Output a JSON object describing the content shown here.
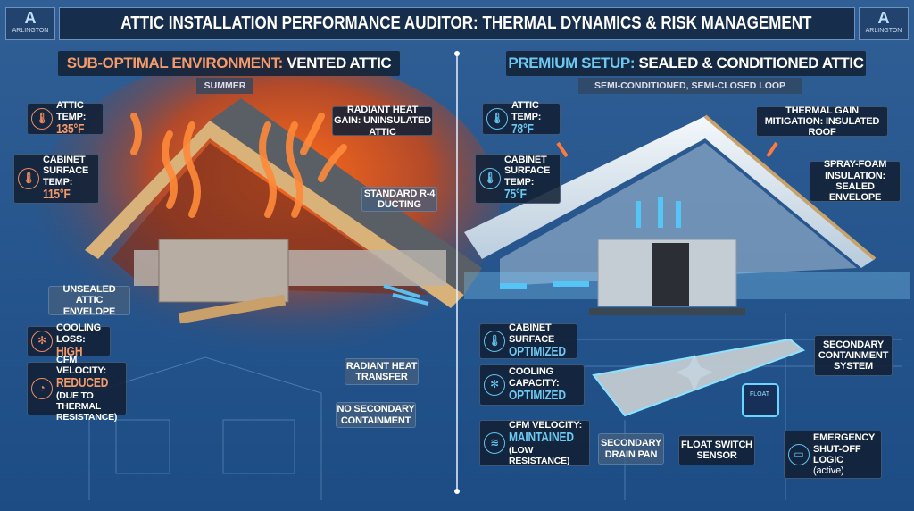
{
  "header": {
    "title": "ATTIC INSTALLATION PERFORMANCE AUDITOR: THERMAL DYNAMICS & RISK MANAGEMENT",
    "logo_text": "ARLINGTON"
  },
  "left": {
    "title_accent": "SUB-OPTIMAL ENVIRONMENT:",
    "title_rest": " VENTED ATTIC",
    "subtitle": "SUMMER",
    "accent_color": "#f59a6a",
    "attic_temp": {
      "label": "ATTIC TEMP:",
      "value": "135°F"
    },
    "cabinet_temp": {
      "label": "CABINET SURFACE TEMP:",
      "value": "115°F"
    },
    "cooling_loss": {
      "label": "COOLING LOSS:",
      "value": "HIGH"
    },
    "cfm": {
      "label": "CFM VELOCITY:",
      "value": "REDUCED",
      "note": "(DUE TO THERMAL RESISTANCE)"
    },
    "callouts": {
      "radiant_gain": "RADIANT HEAT GAIN: UNINSULATED ATTIC",
      "ducting": "STANDARD R-4 DUCTING",
      "unsealed": "UNSEALED ATTIC ENVELOPE",
      "radiant_transfer": "RADIANT HEAT TRANSFER",
      "no_containment": "NO SECONDARY CONTAINMENT"
    }
  },
  "right": {
    "title_accent": "PREMIUM SETUP:",
    "title_rest": " SEALED & CONDITIONED ATTIC",
    "subtitle": "SEMI-CONDITIONED, SEMI-CLOSED LOOP",
    "accent_color": "#6cc9f2",
    "attic_temp": {
      "label": "ATTIC TEMP:",
      "value": "78°F"
    },
    "cabinet_temp": {
      "label": "CABINET SURFACE TEMP:",
      "value": "75°F"
    },
    "cabinet_surface": {
      "label": "CABINET SURFACE",
      "value": "OPTIMIZED"
    },
    "cooling_capacity": {
      "label": "COOLING CAPACITY:",
      "value": "OPTIMIZED"
    },
    "cfm": {
      "label": "CFM VELOCITY:",
      "value": "MAINTAINED",
      "note": "(LOW RESISTANCE)"
    },
    "callouts": {
      "thermal_gain": "THERMAL GAIN MITIGATION: INSULATED ROOF",
      "spray_foam": "SPRAY-FOAM INSULATION: SEALED ENVELOPE",
      "containment": "SECONDARY CONTAINMENT SYSTEM",
      "drain_pan": "SECONDARY DRAIN PAN",
      "float_switch": "FLOAT SWITCH SENSOR",
      "shutoff": "EMERGENCY SHUT-OFF LOGIC",
      "shutoff_state": "(active)"
    },
    "sensor_text": "FLOAT"
  }
}
